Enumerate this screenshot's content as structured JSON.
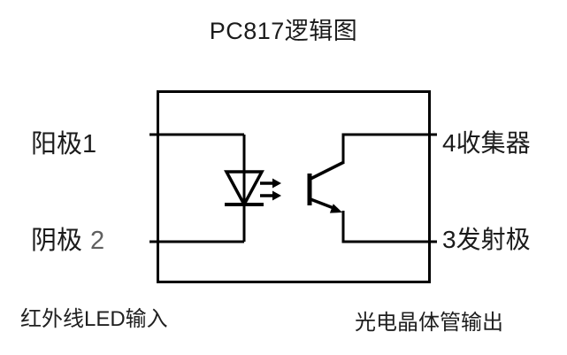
{
  "title": "PC817逻辑图",
  "pins": {
    "anode": "阳极1",
    "cathode_label": "阴极",
    "cathode_number": "2",
    "collector": "4收集器",
    "emitter": "3发射极"
  },
  "captions": {
    "input": "红外线LED输入",
    "output": "光电晶体管输出"
  },
  "colors": {
    "line": "#000000",
    "text": "#1b1b1b",
    "muted_number": "#5f5f5f",
    "background": "#ffffff"
  },
  "symbols": {
    "led": "led-diode-symbol",
    "light_arrows": "light-emission-arrows",
    "transistor": "phototransistor-symbol"
  }
}
